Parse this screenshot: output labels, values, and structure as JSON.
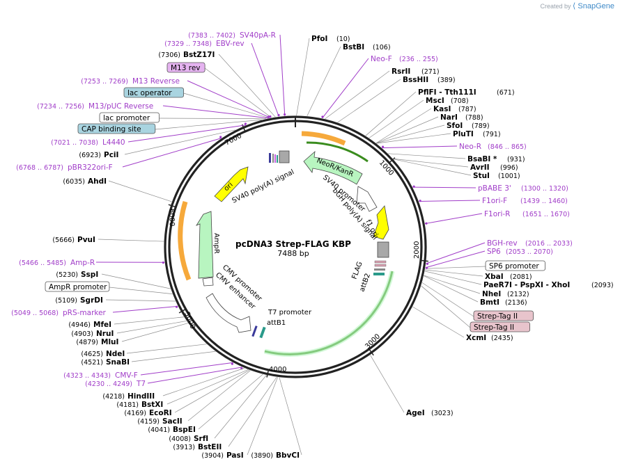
{
  "header": {
    "credit_prefix": "Created by",
    "brand": "SnapGene"
  },
  "plasmid": {
    "name": "pcDNA3 Strep-FLAG KBP",
    "length": 7488,
    "length_label": "7488 bp"
  },
  "tick_labels": [
    "1000",
    "2000",
    "3000",
    "4000",
    "5000",
    "6000",
    "7000"
  ],
  "colors": {
    "primer": "#a03cc8",
    "line": "#888888",
    "backbone": "#222222",
    "ori": "#ffff00",
    "green_feature": "#b8f5c0",
    "orange_feature": "#f6a93b"
  },
  "annotations": [
    {
      "id": "sv40pa-r",
      "kind": "primer",
      "text": "SV40pA-R",
      "range": "(7383 .. 7402)",
      "bp": 7392
    },
    {
      "id": "ebv-rev",
      "kind": "primer",
      "text": "EBV-rev",
      "range": "(7329 .. 7348)",
      "bp": 7338
    },
    {
      "id": "bstz17i",
      "kind": "site",
      "text": "BstZ17I",
      "pos": "(7306)",
      "bp": 7306
    },
    {
      "id": "m13-rev",
      "kind": "box",
      "text": "M13 rev",
      "bp": 7270,
      "box": "#e5b3f0"
    },
    {
      "id": "m13-reverse",
      "kind": "primer",
      "text": "M13 Reverse",
      "range": "(7253 .. 7269)",
      "bp": 7261
    },
    {
      "id": "lac-operator",
      "kind": "box",
      "text": "lac operator",
      "bp": 7250,
      "box": "#a9d4e0"
    },
    {
      "id": "m13-puc-reverse",
      "kind": "primer",
      "text": "M13/pUC Reverse",
      "range": "(7234 .. 7256)",
      "bp": 7245
    },
    {
      "id": "lac-promoter",
      "kind": "box",
      "text": "lac promoter",
      "bp": 7220,
      "box": "#ffffff"
    },
    {
      "id": "cap-binding-site",
      "kind": "box",
      "text": "CAP binding site",
      "bp": 7180,
      "box": "#a9d4e0"
    },
    {
      "id": "l4440",
      "kind": "primer",
      "text": "L4440",
      "range": "(7021 .. 7038)",
      "bp": 7030
    },
    {
      "id": "pcii",
      "kind": "site",
      "text": "PciI",
      "pos": "(6923)",
      "bp": 6923
    },
    {
      "id": "pbr322ori-f",
      "kind": "primer",
      "text": "pBR322ori-F",
      "range": "(6768 .. 6787)",
      "bp": 6777
    },
    {
      "id": "ahdi",
      "kind": "site",
      "text": "AhdI",
      "pos": "(6035)",
      "bp": 6035
    },
    {
      "id": "pvui",
      "kind": "site",
      "text": "PvuI",
      "pos": "(5666)",
      "bp": 5666
    },
    {
      "id": "amp-r",
      "kind": "primer",
      "text": "Amp-R",
      "range": "(5466 .. 5485)",
      "bp": 5475
    },
    {
      "id": "sspi",
      "kind": "site",
      "text": "SspI",
      "pos": "(5230)",
      "bp": 5230
    },
    {
      "id": "ampr-promoter",
      "kind": "box",
      "text": "AmpR promoter",
      "bp": 5180,
      "box": "#ffffff"
    },
    {
      "id": "sgrdi",
      "kind": "site",
      "text": "SgrDI",
      "pos": "(5109)",
      "bp": 5109
    },
    {
      "id": "prs-marker",
      "kind": "primer",
      "text": "pRS-marker",
      "range": "(5049 .. 5068)",
      "bp": 5058
    },
    {
      "id": "mfei",
      "kind": "site",
      "text": "MfeI",
      "pos": "(4946)",
      "bp": 4946
    },
    {
      "id": "nrui",
      "kind": "site",
      "text": "NruI",
      "pos": "(4903)",
      "bp": 4903
    },
    {
      "id": "mlui",
      "kind": "site",
      "text": "MluI",
      "pos": "(4879)",
      "bp": 4879
    },
    {
      "id": "ndei",
      "kind": "site",
      "text": "NdeI",
      "pos": "(4625)",
      "bp": 4625
    },
    {
      "id": "snabi",
      "kind": "site",
      "text": "SnaBI",
      "pos": "(4521)",
      "bp": 4521
    },
    {
      "id": "cmv-f",
      "kind": "primer",
      "text": "CMV-F",
      "range": "(4323 .. 4343)",
      "bp": 4333
    },
    {
      "id": "t7",
      "kind": "primer",
      "text": "T7",
      "range": "(4230 .. 4249)",
      "bp": 4240
    },
    {
      "id": "hindiii",
      "kind": "site",
      "text": "HindIII",
      "pos": "(4218)",
      "bp": 4218
    },
    {
      "id": "bstxi",
      "kind": "site",
      "text": "BstXI",
      "pos": "(4181)",
      "bp": 4181
    },
    {
      "id": "ecori",
      "kind": "site",
      "text": "EcoRI",
      "pos": "(4169)",
      "bp": 4169
    },
    {
      "id": "saci",
      "kind": "site",
      "text": "SacII",
      "pos": "(4159)",
      "bp": 4159
    },
    {
      "id": "bspei",
      "kind": "site",
      "text": "BspEI",
      "pos": "(4041)",
      "bp": 4041
    },
    {
      "id": "srfi",
      "kind": "site",
      "text": "SrfI",
      "pos": "(4008)",
      "bp": 4008
    },
    {
      "id": "bsteii",
      "kind": "site",
      "text": "BstEII",
      "pos": "(3913)",
      "bp": 3913
    },
    {
      "id": "pasi",
      "kind": "site",
      "text": "PasI",
      "pos": "(3904)",
      "bp": 3904
    },
    {
      "id": "bbvci",
      "kind": "site",
      "text": "BbvCI",
      "pos": "(3890)",
      "bp": 3890
    },
    {
      "id": "agei",
      "kind": "site",
      "text": "AgeI",
      "pos": "(3023)",
      "bp": 3023
    },
    {
      "id": "xcmi",
      "kind": "site",
      "text": "XcmI",
      "pos": "(2435)",
      "bp": 2435
    },
    {
      "id": "strep-tag-2b",
      "kind": "box",
      "text": "Strep-Tag II",
      "bp": 2230,
      "box": "#e8c4cc"
    },
    {
      "id": "strep-tag-2a",
      "kind": "box",
      "text": "Strep-Tag II",
      "bp": 2200,
      "box": "#e8c4cc"
    },
    {
      "id": "bmti",
      "kind": "site",
      "text": "BmtI",
      "pos": "(2136)",
      "bp": 2136
    },
    {
      "id": "nhei",
      "kind": "site",
      "text": "NheI",
      "pos": "(2132)",
      "bp": 2132
    },
    {
      "id": "paer7i-group",
      "kind": "site",
      "text": "PaeR7I - PspXI - XhoI",
      "pos": "(2093)",
      "bp": 2093
    },
    {
      "id": "xbai",
      "kind": "site",
      "text": "XbaI",
      "pos": "(2081)",
      "bp": 2081
    },
    {
      "id": "sp6-promoter",
      "kind": "box",
      "text": "SP6 promoter",
      "bp": 2070,
      "box": "#ffffff"
    },
    {
      "id": "sp6",
      "kind": "primer",
      "text": "SP6",
      "range": "(2053 .. 2070)",
      "bp": 2061
    },
    {
      "id": "bgh-rev",
      "kind": "primer",
      "text": "BGH-rev",
      "range": "(2016 .. 2033)",
      "bp": 2024
    },
    {
      "id": "f1ori-r",
      "kind": "primer",
      "text": "F1ori-R",
      "range": "(1651 .. 1670)",
      "bp": 1660
    },
    {
      "id": "f1ori-f",
      "kind": "primer",
      "text": "F1ori-F",
      "range": "(1439 .. 1460)",
      "bp": 1450
    },
    {
      "id": "pbabe3",
      "kind": "primer",
      "text": "pBABE 3'",
      "range": "(1300 .. 1320)",
      "bp": 1310
    },
    {
      "id": "stui",
      "kind": "site",
      "text": "StuI",
      "pos": "(1001)",
      "bp": 1001
    },
    {
      "id": "avrii",
      "kind": "site",
      "text": "AvrII",
      "pos": "(996)",
      "bp": 996
    },
    {
      "id": "bsabi",
      "kind": "site",
      "text": "BsaBI *",
      "pos": "(931)",
      "bp": 931
    },
    {
      "id": "neo-r",
      "kind": "primer",
      "text": "Neo-R",
      "range": "(846 .. 865)",
      "bp": 855
    },
    {
      "id": "pluti",
      "kind": "site",
      "text": "PluTI",
      "pos": "(791)",
      "bp": 791
    },
    {
      "id": "sfoi",
      "kind": "site",
      "text": "SfoI",
      "pos": "(789)",
      "bp": 789
    },
    {
      "id": "nari",
      "kind": "site",
      "text": "NarI",
      "pos": "(788)",
      "bp": 788
    },
    {
      "id": "kasi",
      "kind": "site",
      "text": "KasI",
      "pos": "(787)",
      "bp": 787
    },
    {
      "id": "msci",
      "kind": "site",
      "text": "MscI",
      "pos": "(708)",
      "bp": 708
    },
    {
      "id": "pflfi-group",
      "kind": "site",
      "text": "PflFI - Tth111I",
      "pos": "(671)",
      "bp": 671
    },
    {
      "id": "bsshii",
      "kind": "site",
      "text": "BssHII",
      "pos": "(389)",
      "bp": 389
    },
    {
      "id": "rsrii",
      "kind": "site",
      "text": "RsrII",
      "pos": "(271)",
      "bp": 271
    },
    {
      "id": "neo-f",
      "kind": "primer",
      "text": "Neo-F",
      "range": "(236 .. 255)",
      "bp": 245
    },
    {
      "id": "bstbi",
      "kind": "site",
      "text": "BstBI",
      "pos": "(106)",
      "bp": 106
    },
    {
      "id": "pfoi",
      "kind": "site",
      "text": "PfoI",
      "pos": "(10)",
      "bp": 10
    }
  ],
  "features": [
    {
      "id": "neor-kanr",
      "label": "NeoR/KanR"
    },
    {
      "id": "sv40-polya-signal-top",
      "label": "SV40 poly(A) signal"
    },
    {
      "id": "ori",
      "label": "ori"
    },
    {
      "id": "sv40-promoter",
      "label": "SV40 promoter"
    },
    {
      "id": "bgh-polya-signal",
      "label": "bGH poly(A) signal"
    },
    {
      "id": "f1-ori",
      "label": "f1 ori"
    },
    {
      "id": "flag",
      "label": "FLAG"
    },
    {
      "id": "attb2",
      "label": "attB2"
    },
    {
      "id": "ampr",
      "label": "AmpR"
    },
    {
      "id": "cmv-promoter",
      "label": "CMV promoter"
    },
    {
      "id": "cmv-enhancer",
      "label": "CMV enhancer"
    },
    {
      "id": "t7-promoter",
      "label": "T7 promoter"
    },
    {
      "id": "attb1",
      "label": "attB1"
    }
  ]
}
